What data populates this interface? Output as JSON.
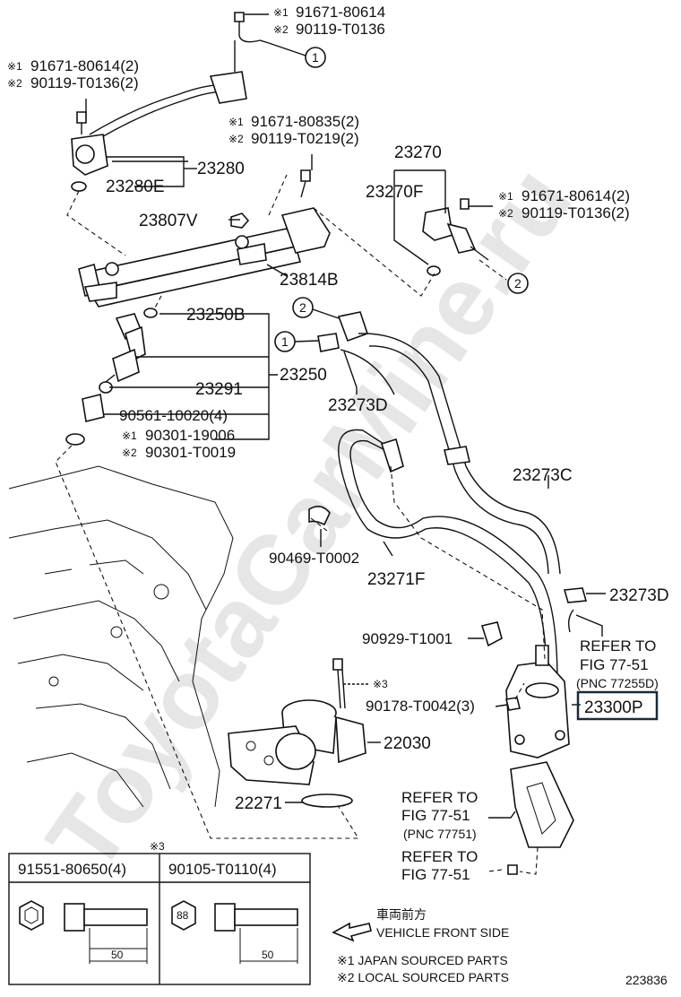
{
  "watermark": "ToyotaCarMine.ru",
  "notes": {
    "ast1_top": "※1",
    "ast2_top": "※2",
    "ast3": "※3",
    "note1": "※1 JAPAN SOURCED PARTS",
    "note2": "※2 LOCAL SOURCED PARTS",
    "fig_id": "223836"
  },
  "callouts": {
    "c1": "1",
    "c2": "2"
  },
  "parts": {
    "p91671_80614_top": "91671-80614",
    "p90119_T0136_top": "90119-T0136",
    "p91671_80614_2": "91671-80614(2)",
    "p90119_T0136_2": "90119-T0136(2)",
    "p91671_80835_2": "91671-80835(2)",
    "p90119_T0219_2": "90119-T0219(2)",
    "p23280": "23280",
    "p23280E": "23280E",
    "p23270": "23270",
    "p23270F": "23270F",
    "p91671_80614_2b": "91671-80614(2)",
    "p90119_T0136_2b": "90119-T0136(2)",
    "p23807V": "23807V",
    "p23814B": "23814B",
    "p23250B": "23250B",
    "p23250": "23250",
    "p23291": "23291",
    "p90561": "90561-10020(4)",
    "p90301_19006": "90301-19006",
    "p90301_T0019": "90301-T0019",
    "p23273D_a": "23273D",
    "p23273C": "23273C",
    "p90469": "90469-T0002",
    "p23271F": "23271F",
    "p23273D_b": "23273D",
    "p90929": "90929-T1001",
    "p90178": "90178-T0042(3)",
    "p23300P": "23300P",
    "p22030": "22030",
    "p22271": "22271"
  },
  "refs": {
    "ref1_line1": "REFER TO",
    "ref1_line2": "FIG 77-51",
    "ref1_line3": "(PNC 77255D)",
    "ref2_line1": "REFER TO",
    "ref2_line2": "FIG 77-51",
    "ref2_line3": "(PNC 77751)",
    "ref3_line1": "REFER TO",
    "ref3_line2": "FIG 77-51"
  },
  "legend_table": {
    "col1_part": "91551-80650(4)",
    "col2_part": "90105-T0110(4)",
    "dim1": "50",
    "dim2": "50",
    "bolt2_mark": "88"
  },
  "direction": {
    "jp": "車両前方",
    "en": "VEHICLE FRONT SIDE"
  }
}
